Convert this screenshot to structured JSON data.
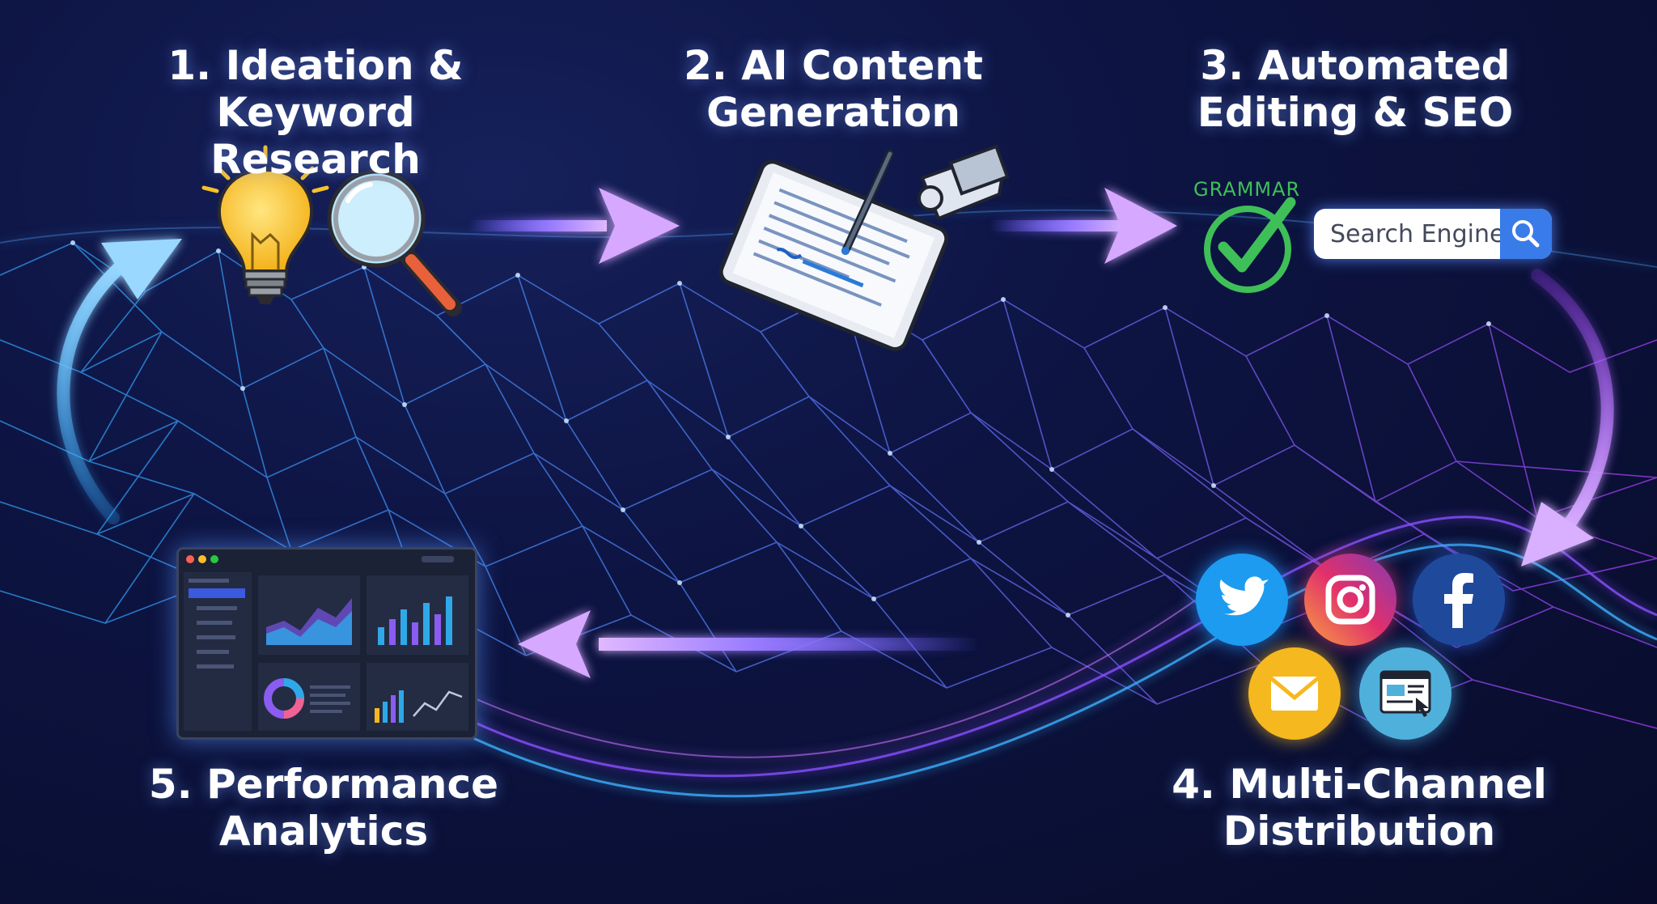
{
  "steps": [
    {
      "id": "step1",
      "line1": "1. Ideation &",
      "line2": "Keyword Research"
    },
    {
      "id": "step2",
      "line1": "2. AI Content",
      "line2": "Generation"
    },
    {
      "id": "step3",
      "line1": "3. Automated",
      "line2": "Editing & SEO"
    },
    {
      "id": "step4",
      "line1": "4. Multi-Channel",
      "line2": "Distribution"
    },
    {
      "id": "step5",
      "line1": "5. Performance",
      "line2": "Analytics"
    }
  ],
  "seo": {
    "grammar_label": "GRAMMAR",
    "search_text": "Search Engine"
  },
  "icons": {
    "step1": [
      "lightbulb-icon",
      "magnifying-glass-icon"
    ],
    "step2": [
      "tablet-icon",
      "robot-hand-icon"
    ],
    "step3": [
      "checkmark-icon",
      "search-icon"
    ],
    "step4": [
      "twitter-icon",
      "instagram-icon",
      "facebook-icon",
      "email-icon",
      "website-icon"
    ],
    "step5": [
      "dashboard-icon"
    ]
  },
  "colors": {
    "background": "#0b1033",
    "network_blue": "#2fa8ff",
    "network_purple": "#a040ff",
    "arrow_glow": "#c070ff",
    "grammar_green": "#3fbf58",
    "search_button": "#3a7bea"
  }
}
